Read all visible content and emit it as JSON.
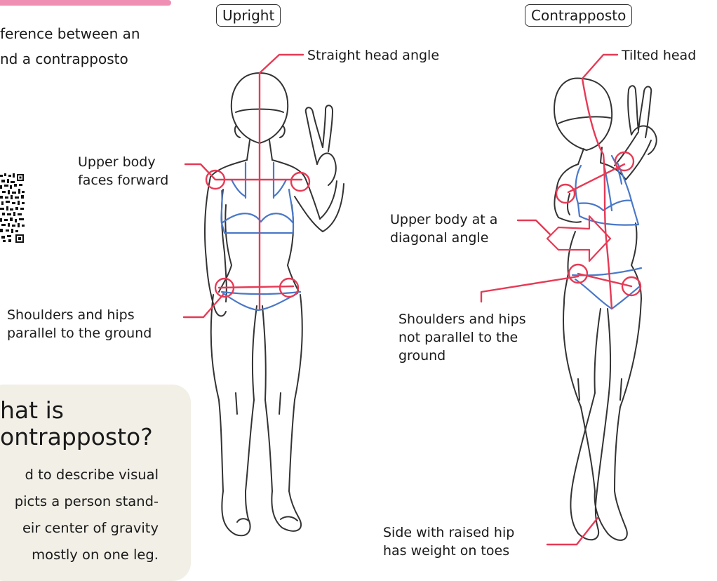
{
  "intro": {
    "lines": [
      "ference between an",
      "nd a contrapposto"
    ]
  },
  "labels": {
    "upright_tag": "Upright",
    "contrapposto_tag": "Contrapposto",
    "straight_head": "Straight head angle",
    "tilted_head": "Tilted head",
    "upper_body_forward": [
      "Upper body",
      "faces forward"
    ],
    "shoulders_parallel": [
      "Shoulders and hips",
      "parallel to the ground"
    ],
    "upper_body_diagonal": [
      "Upper body at a",
      "diagonal angle"
    ],
    "shoulders_not_parallel": [
      "Shoulders and hips",
      "not parallel to the",
      "ground"
    ],
    "raised_hip": [
      "Side with raised hip",
      "has weight on toes"
    ]
  },
  "info": {
    "title_lines": [
      "hat is",
      "ontrapposto?"
    ],
    "body_lines": [
      "d to describe visual",
      "picts a person stand-",
      "eir center of gravity",
      "mostly on one leg."
    ]
  },
  "colors": {
    "accent_red": "#e63a55",
    "guide_blue": "#4a78c8",
    "pink_rule": "#ee8fb3",
    "info_bg": "#f1efe6"
  },
  "icons": [
    "qr-code-icon"
  ]
}
